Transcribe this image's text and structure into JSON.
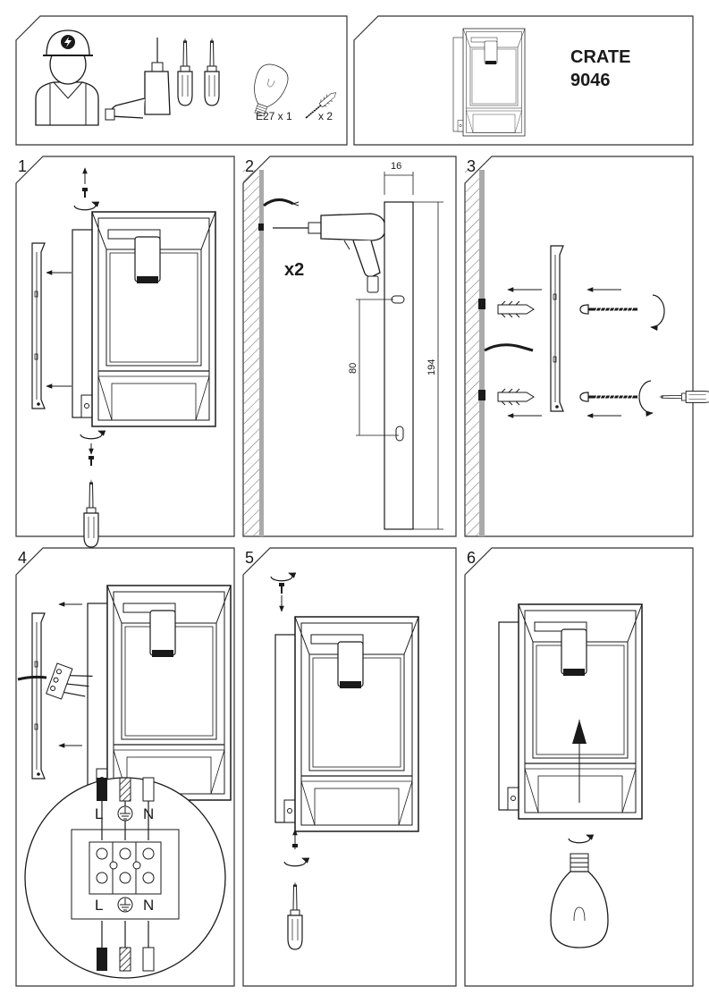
{
  "header": {
    "tools": {
      "bulb_label": "E27 x 1",
      "screw_label": "x 2"
    },
    "product": {
      "name": "CRATE",
      "code": "9046"
    }
  },
  "steps": [
    {
      "number": "1"
    },
    {
      "number": "2",
      "drill_count": "x2",
      "dim_width": "16",
      "dim_spacing": "80",
      "dim_height": "194"
    },
    {
      "number": "3"
    },
    {
      "number": "4",
      "wiring": {
        "live": "L",
        "neutral": "N"
      }
    },
    {
      "number": "5"
    },
    {
      "number": "6"
    }
  ]
}
